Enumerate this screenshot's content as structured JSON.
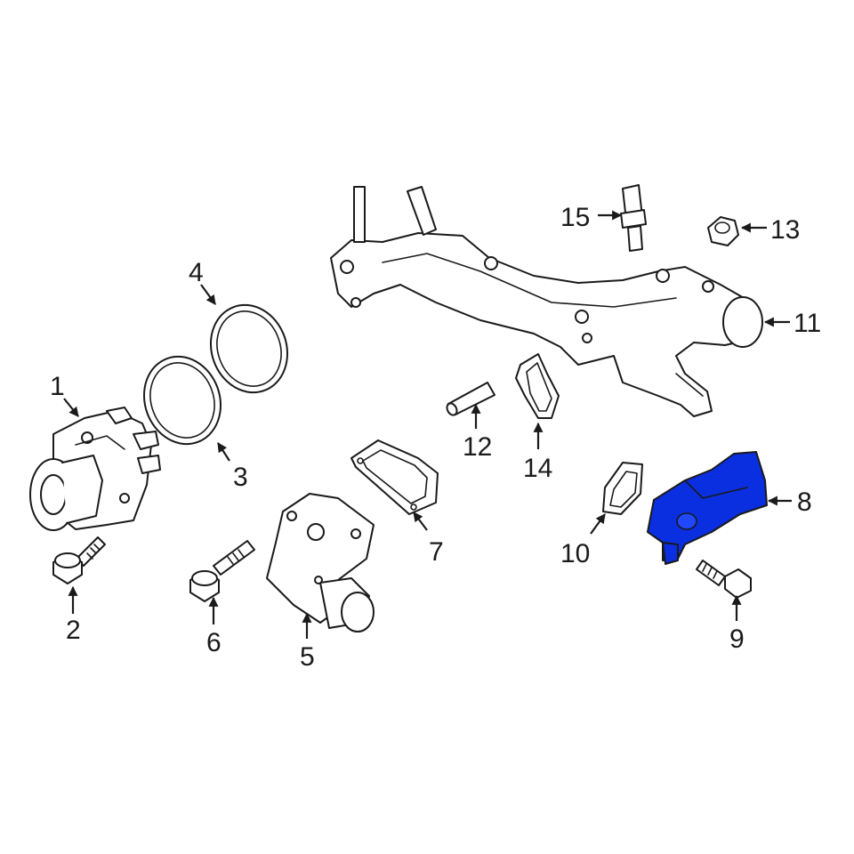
{
  "highlight_color": "#0a2fe0",
  "line_color": "#1a1a1a",
  "background_color": "#ffffff",
  "callouts": {
    "c1": "1",
    "c2": "2",
    "c3": "3",
    "c4": "4",
    "c5": "5",
    "c6": "6",
    "c7": "7",
    "c8": "8",
    "c9": "9",
    "c10": "10",
    "c11": "11",
    "c12": "12",
    "c13": "13",
    "c14": "14",
    "c15": "15"
  }
}
